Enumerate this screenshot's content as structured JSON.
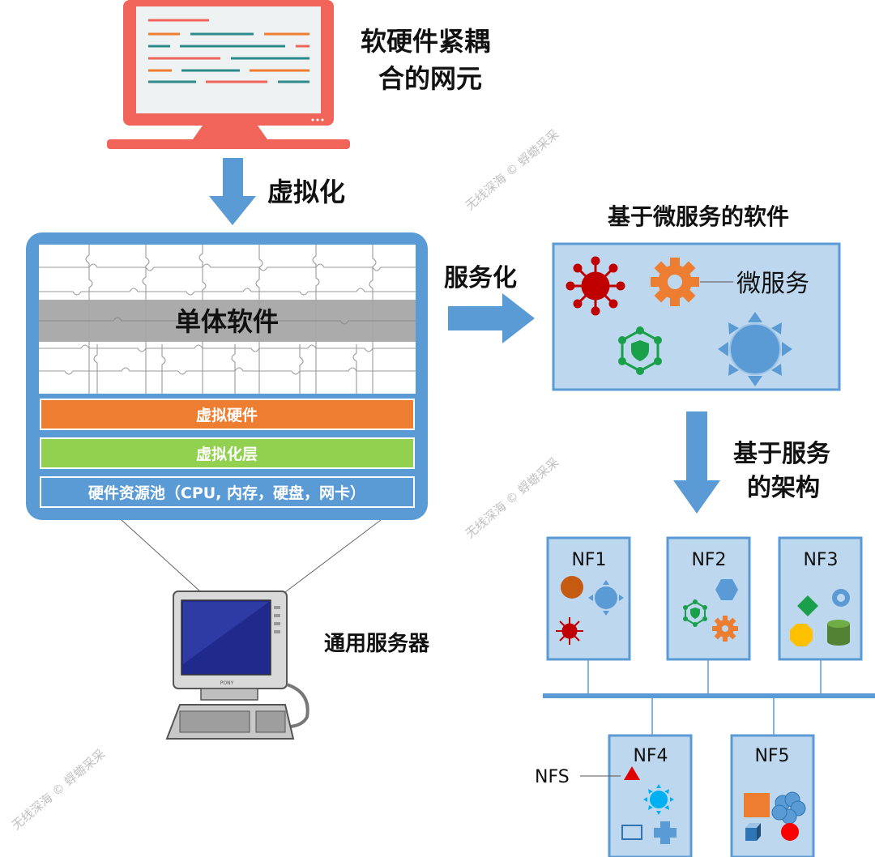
{
  "labels": {
    "tightly_coupled_line1": "软硬件紧耦",
    "tightly_coupled_line2": "合的网元",
    "virtualization": "虚拟化",
    "monolith": "单体软件",
    "virtual_hardware": "虚拟硬件",
    "virtualization_layer": "虚拟化层",
    "resource_pool": "硬件资源池（CPU, 内存，硬盘，网卡）",
    "general_server": "通用服务器",
    "servitization": "服务化",
    "microservice_software": "基于微服务的软件",
    "microservice": "微服务",
    "sba_line1": "基于服务",
    "sba_line2": "的架构",
    "nfs": "NFS",
    "monitor_brand": "PONY"
  },
  "network_functions": [
    {
      "name": "NF1"
    },
    {
      "name": "NF2"
    },
    {
      "name": "NF3"
    },
    {
      "name": "NF4"
    },
    {
      "name": "NF5"
    }
  ],
  "watermarks": [
    "无线深海 © 蜉蝣采采",
    "无线深海 © 蜉蝣采采",
    "无线深海 © 蜉蝣采采"
  ],
  "colors": {
    "arrow_blue": "#5b9bd5",
    "panel_blue": "#bdd7ee",
    "box_border": "#5b9bd5",
    "orange": "#ed7d31",
    "green": "#92d050",
    "red": "#c00000",
    "monitor_red": "#f0645a"
  }
}
